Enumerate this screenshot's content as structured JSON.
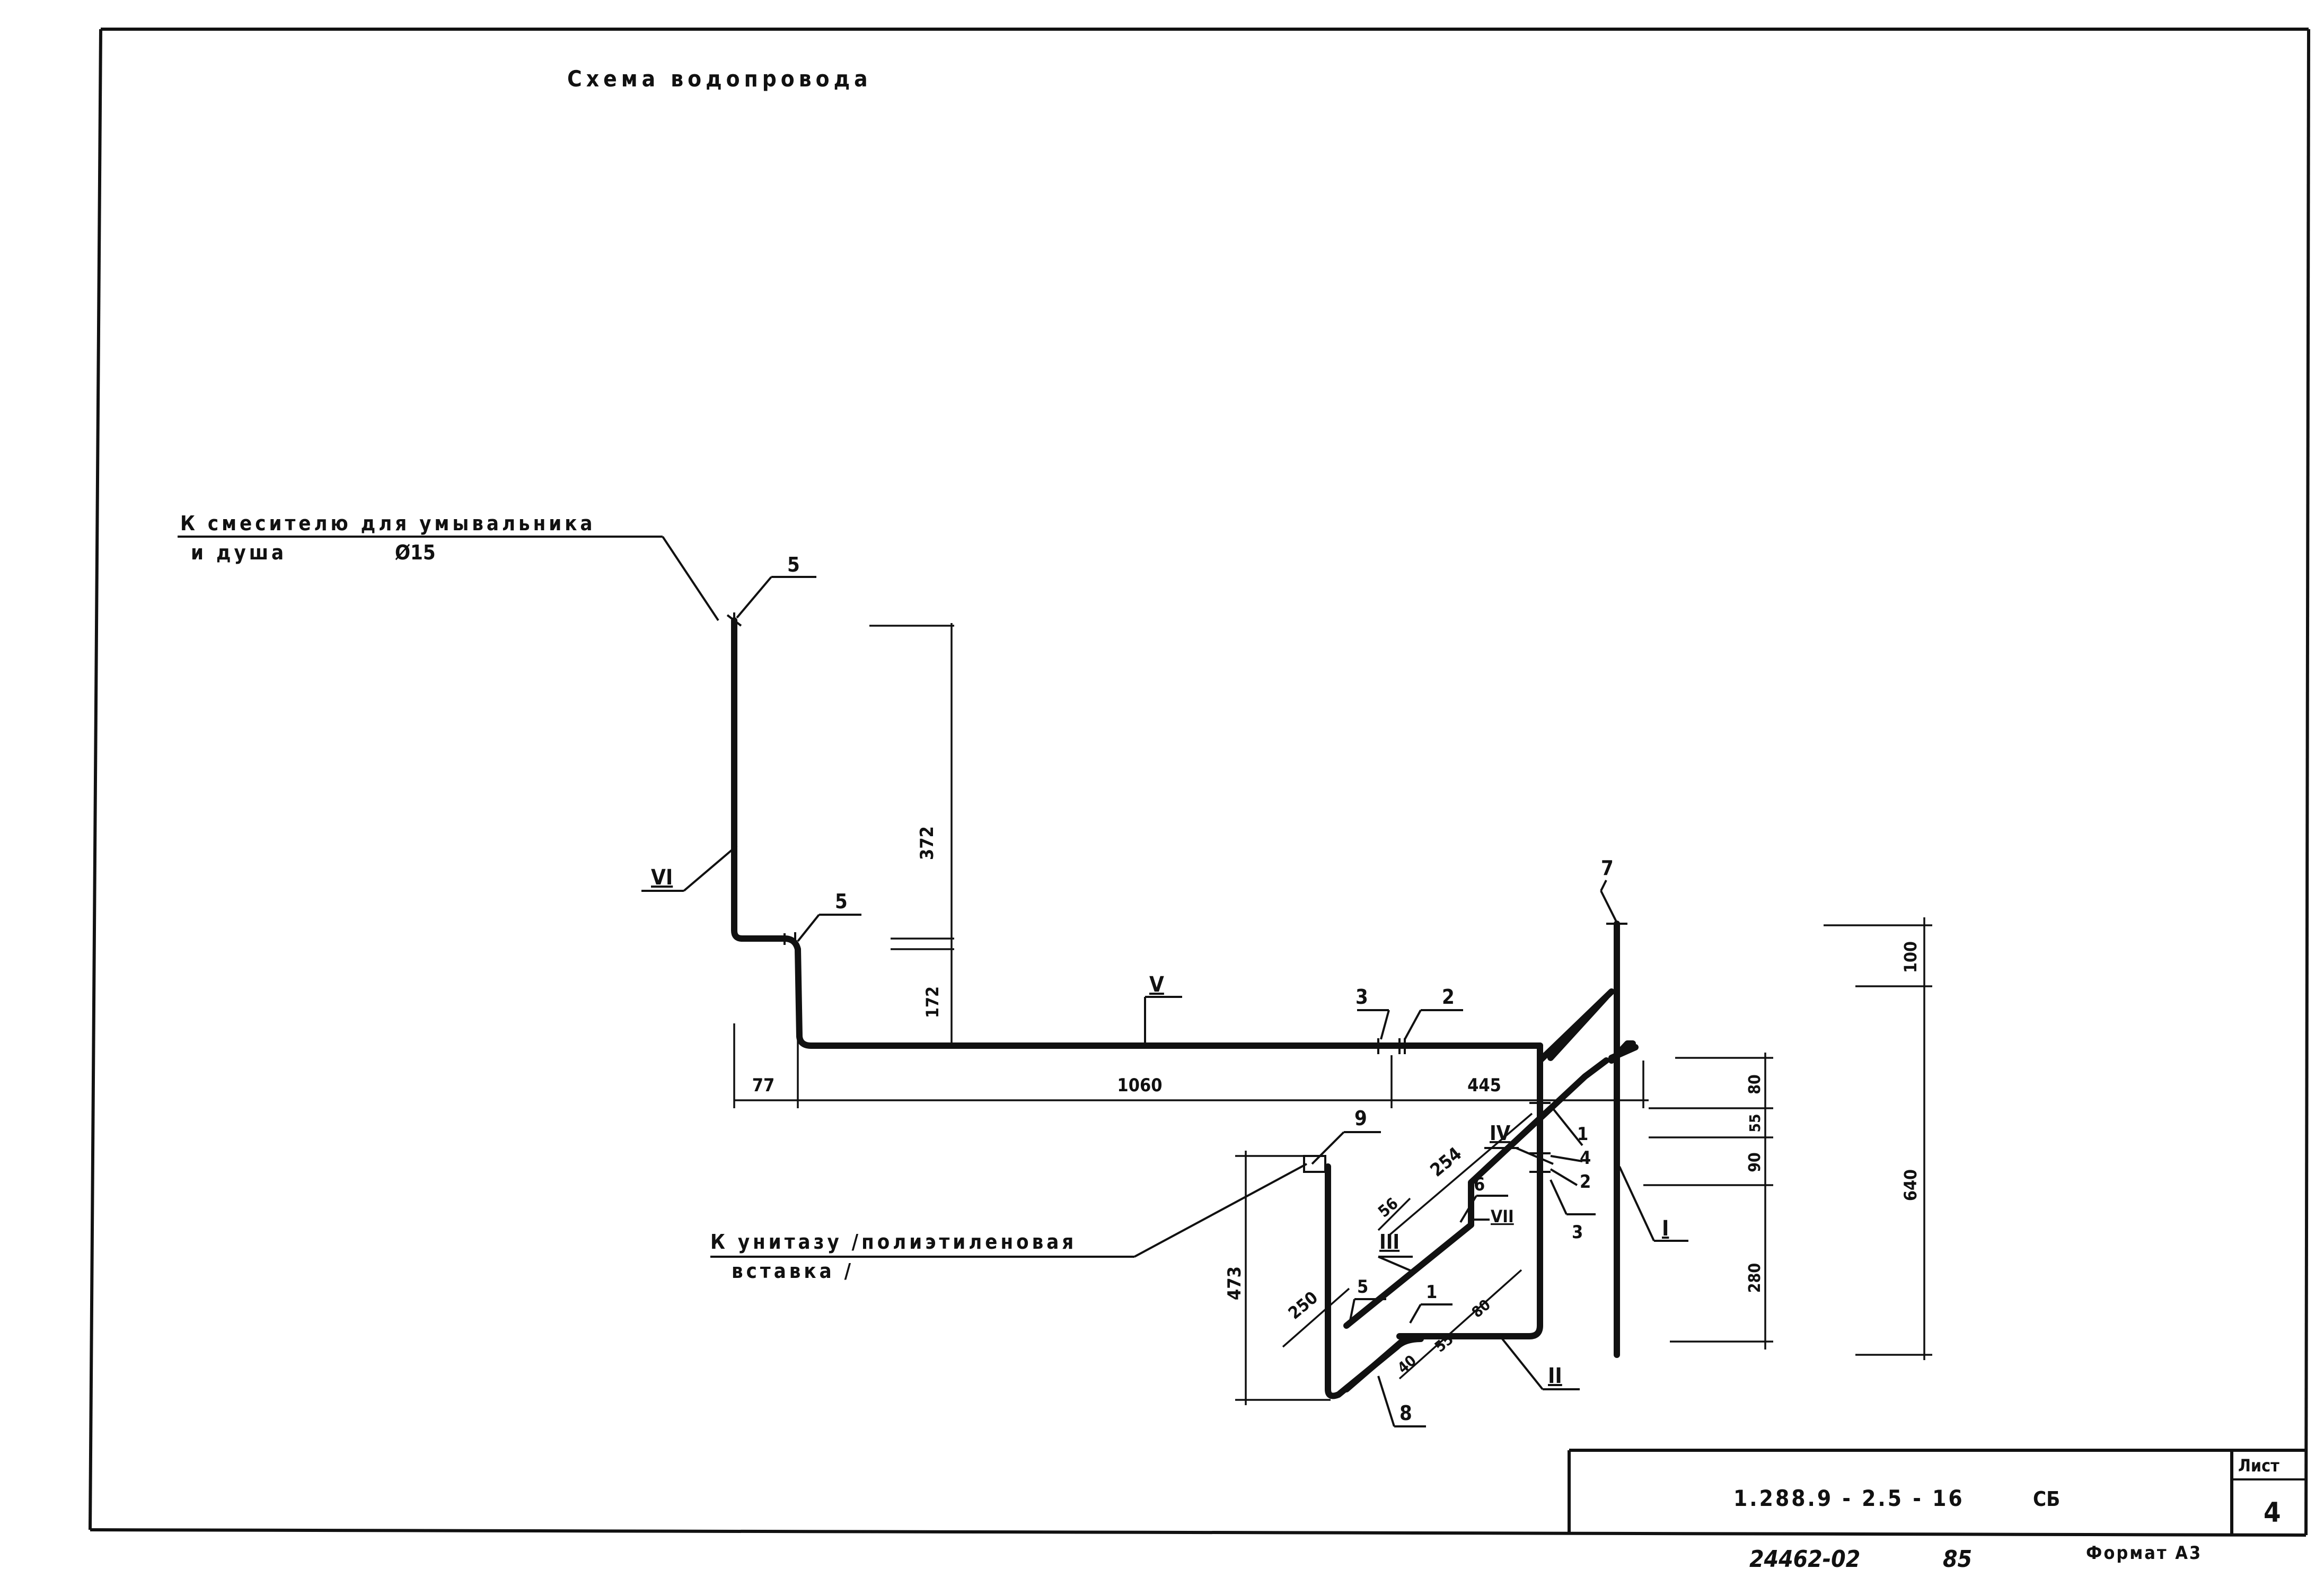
{
  "title": "Схема водопровода",
  "callouts": {
    "mixer_line1": "К смесителю для умывальника",
    "mixer_line2": "и душа",
    "mixer_diameter": "Ø15",
    "toilet_line1": "К унитазу /полиэтиленовая",
    "toilet_line2": "вставка /"
  },
  "pipe_sections": {
    "I": "I",
    "II": "II",
    "III": "III",
    "IV": "IV",
    "V": "V",
    "VI": "VI",
    "VII": "VII"
  },
  "part_marks": {
    "p5a": "5",
    "p5b": "5",
    "p3a": "3",
    "p2a": "2",
    "p7": "7",
    "p1a": "1",
    "p4": "4",
    "p2b": "2",
    "p3b": "3",
    "p9": "9",
    "p6": "6",
    "p5c": "5",
    "p1b": "1",
    "p8": "8"
  },
  "dimensions": {
    "d372": "372",
    "d172": "172",
    "d77": "77",
    "d1060": "1060",
    "d445": "445",
    "d100": "100",
    "d640": "640",
    "d80a": "80",
    "d55a": "55",
    "d90": "90",
    "d280": "280",
    "d254": "254",
    "d56": "56",
    "d250": "250",
    "d473": "473",
    "d40": "40",
    "d55b": "55",
    "d80b": "80"
  },
  "title_block": {
    "code": "1.288.9 - 2.5 - 16",
    "suffix": "СБ",
    "sheet_label": "Лист",
    "sheet_number": "4"
  },
  "footer": {
    "inventory": "24462-02",
    "year": "85",
    "format": "Формат А3"
  }
}
